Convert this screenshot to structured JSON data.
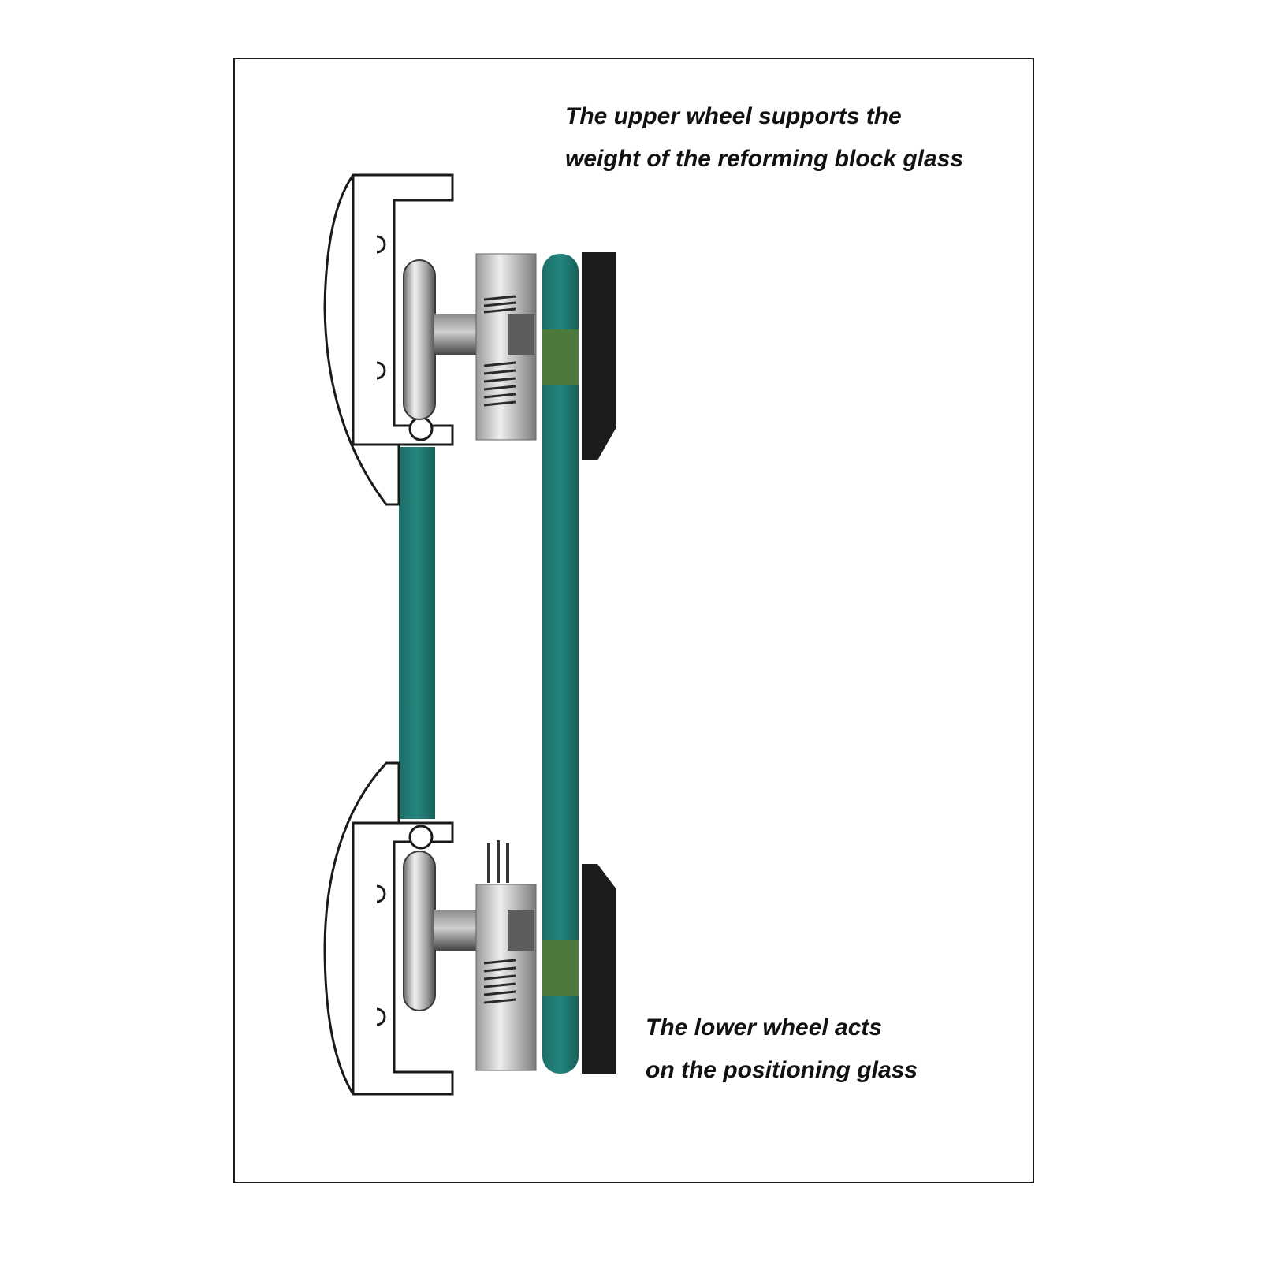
{
  "captions": {
    "upper": {
      "line1": "The upper wheel supports the",
      "line2": "weight of the reforming block glass"
    },
    "lower": {
      "line1": "The lower wheel acts",
      "line2": "on the positioning glass"
    }
  },
  "colors": {
    "glass": "#1f7a72",
    "glass_dark": "#165e58",
    "frame_outline": "#1a1a1a",
    "metal_light": "#d8d8d8",
    "metal_dark": "#5a5a5a",
    "gasket": "#1c1c1c",
    "contact_band": "#4e7a3a"
  }
}
